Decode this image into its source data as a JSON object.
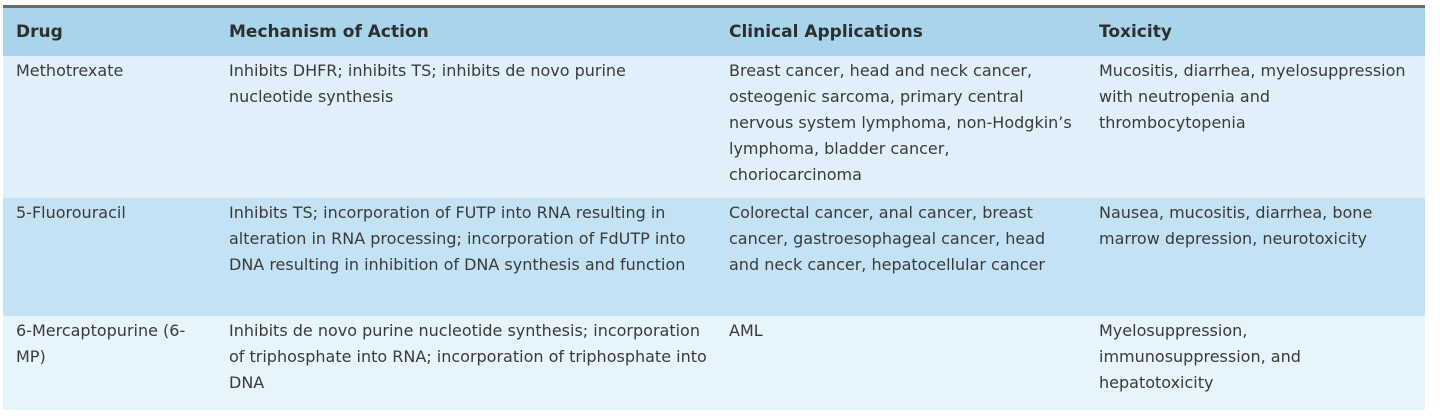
{
  "table": {
    "headers": [
      "Drug",
      "Mechanism of Action",
      "Clinical Applications",
      "Toxicity"
    ],
    "rows": [
      {
        "drug": "Methotrexate",
        "mechanism": "Inhibits DHFR; inhibits TS; inhibits de novo purine nucleotide synthesis",
        "applications": "Breast cancer, head and neck cancer, osteogenic sarcoma, primary central nervous system lymphoma, non-Hodgkin’s lymphoma, bladder cancer, choriocarcinoma",
        "toxicity": "Mucositis, diarrhea, myelosuppression with neutropenia and thrombocytopenia"
      },
      {
        "drug": "5-Fluorouracil",
        "mechanism": "Inhibits TS; incorporation of FUTP into RNA resulting in alteration in RNA processing; incorporation of FdUTP into DNA resulting in inhibition of DNA synthesis and function",
        "applications": "Colorectal cancer, anal cancer, breast cancer, gastroesophageal cancer, head and neck cancer, hepatocellular cancer",
        "toxicity": "Nausea, mucositis, diarrhea, bone marrow depression, neurotoxicity"
      },
      {
        "drug": "6-Mercaptopurine (6-MP)",
        "mechanism": "Inhibits de novo purine nucleotide synthesis; incorporation of triphosphate into RNA; incorporation of triphosphate into DNA",
        "applications": "AML",
        "toxicity": "Myelosuppression, immunosuppression, and hepatotoxicity"
      }
    ]
  }
}
